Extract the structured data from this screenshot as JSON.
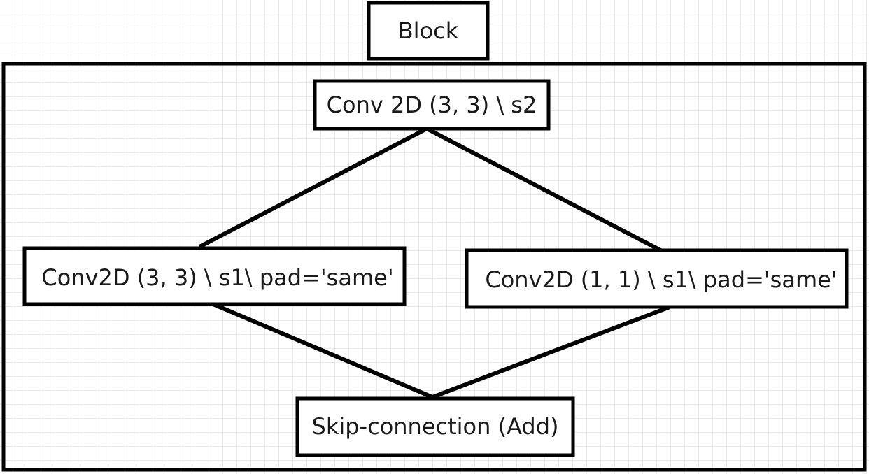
{
  "diagram": {
    "block_title": "Block",
    "nodes": {
      "conv_top": "Conv 2D (3, 3) \\ s2",
      "conv_left": "Conv2D (3, 3) \\ s1\\ pad='same'",
      "conv_right": "Conv2D (1, 1) \\ s1\\ pad='same'",
      "skip": "Skip-connection (Add)"
    },
    "edges": [
      {
        "from": "conv_top",
        "to": "conv_left"
      },
      {
        "from": "conv_top",
        "to": "conv_right"
      },
      {
        "from": "conv_left",
        "to": "skip"
      },
      {
        "from": "conv_right",
        "to": "skip"
      }
    ],
    "colors": {
      "stroke": "#000000",
      "text": "#1a1a1a",
      "background": "#ffffff"
    }
  }
}
